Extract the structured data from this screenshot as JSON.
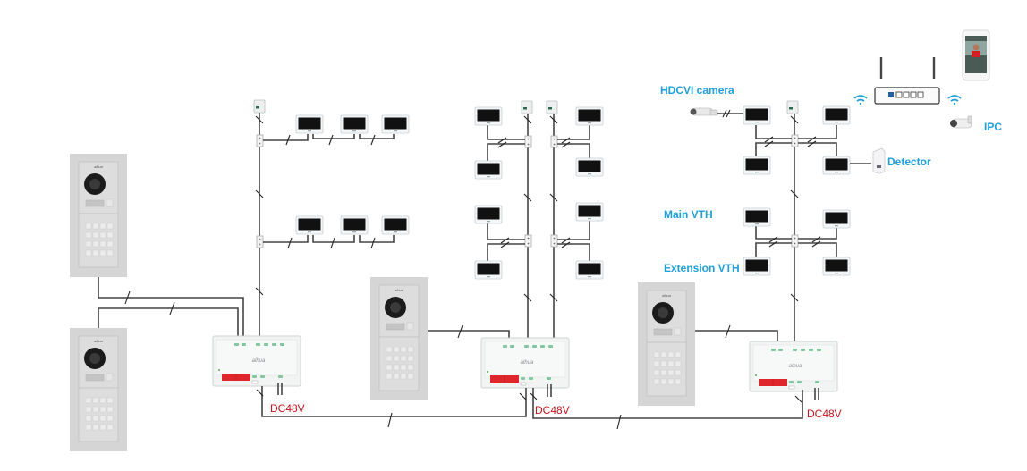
{
  "diagram": {
    "title": "2-wire video intercom system topology",
    "labels": {
      "hdcvi_camera": "HDCVI camera",
      "ipc": "IPC",
      "detector": "Detector",
      "main_vth": "Main VTH",
      "extension_vth": "Extension VTH",
      "power": "DC48V"
    },
    "brand_mark": "alhua",
    "colors": {
      "label_blue": "#1ea0dc",
      "power_red": "#c8161d",
      "wire": "#444444",
      "panel_gray": "#d4d4d4",
      "monitor_screen": "#111111",
      "switch_body": "#f2f4f3",
      "switch_port_red": "#e0262d",
      "switch_port_green": "#7fc8a0"
    },
    "groups": [
      {
        "name": "group-1",
        "outdoor_stations": 2,
        "switch": "2-wire switch",
        "power_label": "DC48V",
        "branches": [
          {
            "distributor_has_power": true,
            "monitors_row_1": 3,
            "monitors_row_2": 3
          }
        ]
      },
      {
        "name": "group-2",
        "outdoor_stations": 1,
        "switch": "2-wire switch",
        "power_label": "DC48V",
        "branches": [
          {
            "side": "left",
            "monitors": 4
          },
          {
            "side": "right",
            "monitors": 4
          }
        ]
      },
      {
        "name": "group-3",
        "outdoor_stations": 1,
        "switch": "2-wire switch",
        "power_label": "DC48V",
        "branches": [
          {
            "side": "both",
            "monitors": 8,
            "main_vth": "Main VTH",
            "extension_vth": "Extension VTH"
          }
        ],
        "accessories": [
          "HDCVI camera",
          "Detector",
          "Router",
          "IPC",
          "Smartphone"
        ]
      }
    ]
  }
}
